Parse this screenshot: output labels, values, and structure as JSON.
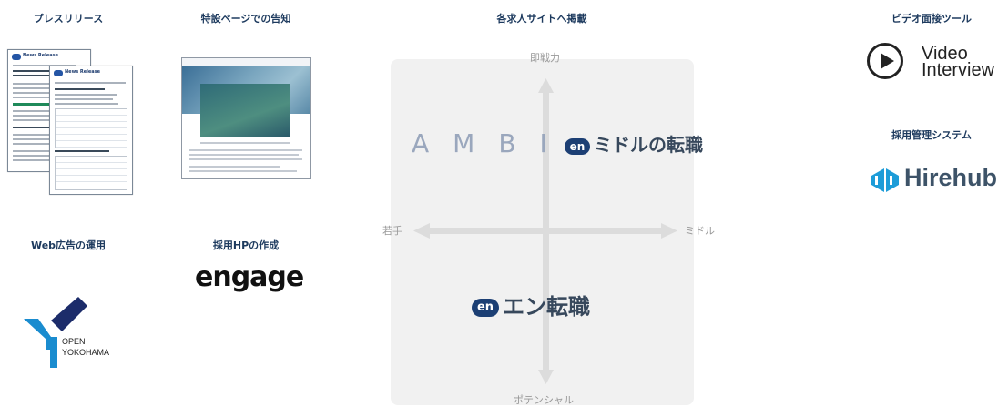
{
  "headings": {
    "press_release": "プレスリリース",
    "special_page": "特設ページでの告知",
    "job_sites": "各求人サイトへ掲載",
    "video_tool": "ビデオ面接ツール",
    "web_ads": "Web広告の運用",
    "recruit_hp": "採用HPの作成",
    "ats": "採用管理システム"
  },
  "press_doc": {
    "header": "News Release"
  },
  "matrix": {
    "axis_top": "即戦力",
    "axis_bottom": "ポテンシャル",
    "axis_left": "若手",
    "axis_right": "ミドル",
    "brands": {
      "ambi": "AMBI",
      "middle_badge": "en",
      "middle": "ミドルの転職",
      "en_badge": "en",
      "en": "エン転職"
    }
  },
  "logos": {
    "video_line1": "Video",
    "video_line2": "Interview",
    "hirehub": "Hirehub",
    "engage": "engage",
    "open_line1": "OPEN",
    "open_line2": "YOKOHAMA"
  },
  "colors": {
    "heading": "#1d3a5e",
    "matrix_bg": "#f1f1f1",
    "arrow": "#dcdcdc",
    "en_brand": "#1c3f74"
  }
}
